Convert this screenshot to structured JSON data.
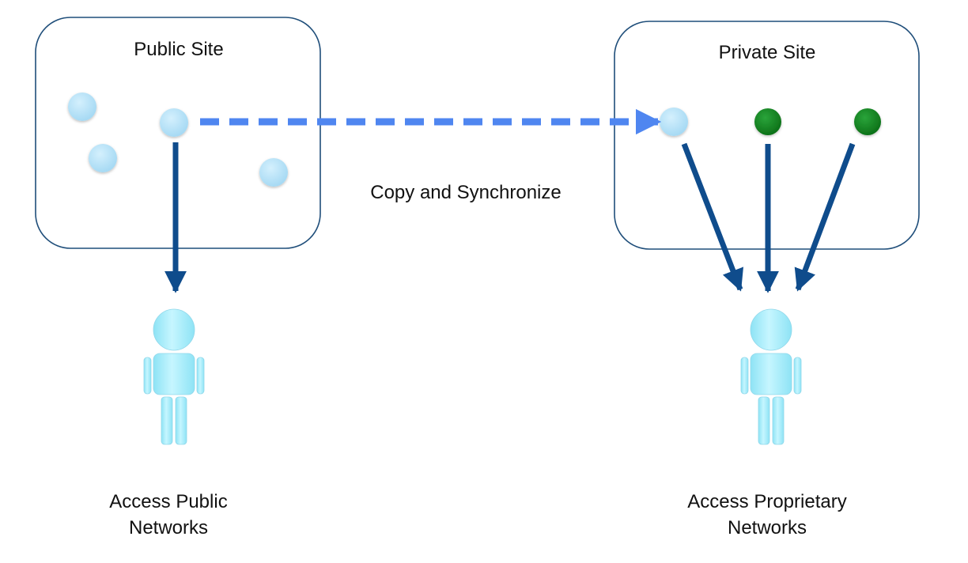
{
  "public_site": {
    "label": "Public Site"
  },
  "private_site": {
    "label": "Private Site"
  },
  "connection": {
    "label": "Copy and Synchronize"
  },
  "public_user": {
    "caption_line1": "Access Public",
    "caption_line2": "Networks"
  },
  "private_user": {
    "caption_line1": "Access Proprietary",
    "caption_line2": "Networks"
  },
  "colors": {
    "box_border": "#1f4e7a",
    "node_light_blue": "#a9dcf5",
    "node_green": "#0e7f1a",
    "arrow_dark_blue": "#0f4c8c",
    "arrow_dashed_blue": "#4f86f0",
    "person_cyan": "#aeeefa"
  },
  "icons": [
    "person-icon",
    "node-icon",
    "arrow-icon"
  ]
}
